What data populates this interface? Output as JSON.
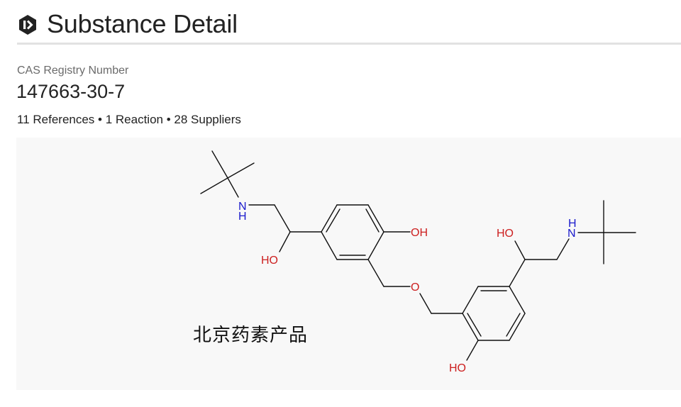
{
  "header": {
    "icon": "cas-hexagon-logo-icon",
    "title": "Substance Detail"
  },
  "substance": {
    "cas_label": "CAS Registry Number",
    "cas_number": "147663-30-7",
    "references": "11 References",
    "reactions": "1 Reaction",
    "suppliers": "28 Suppliers",
    "separator": " • "
  },
  "structure": {
    "atom_labels": {
      "left_nh_n": "N",
      "left_nh_h": "H",
      "left_ho": "HO",
      "ring1_oh": "OH",
      "ether_o": "O",
      "right_ho": "HO",
      "right_nh_h": "H",
      "right_nh_n": "N",
      "ring2_ho": "HO"
    },
    "colors": {
      "bond": "#111111",
      "oxygen": "#cc1f1f",
      "nitrogen": "#1a1acc",
      "background": "#f8f8f8"
    },
    "watermark": "北京药素产品"
  }
}
